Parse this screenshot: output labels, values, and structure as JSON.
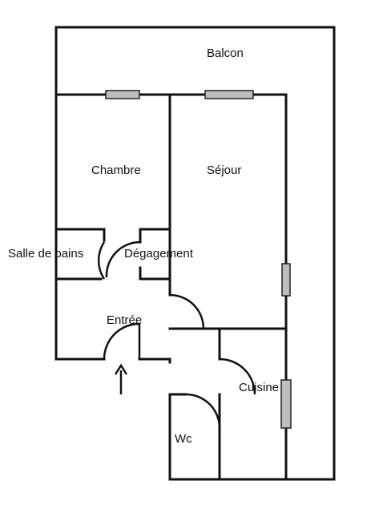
{
  "floorplan": {
    "rooms": {
      "balcon": "Balcon",
      "chambre": "Chambre",
      "sejour": "Séjour",
      "salle_de_bains": "Salle de bains",
      "degagement": "Dégagement",
      "entree": "Entrée",
      "cuisine": "Cuisine",
      "wc": "Wc"
    },
    "entrance_arrow_icon": "arrow-up-icon",
    "colors": {
      "walls": "#111111",
      "windows": "#bdbdbd",
      "background": "#ffffff"
    }
  }
}
